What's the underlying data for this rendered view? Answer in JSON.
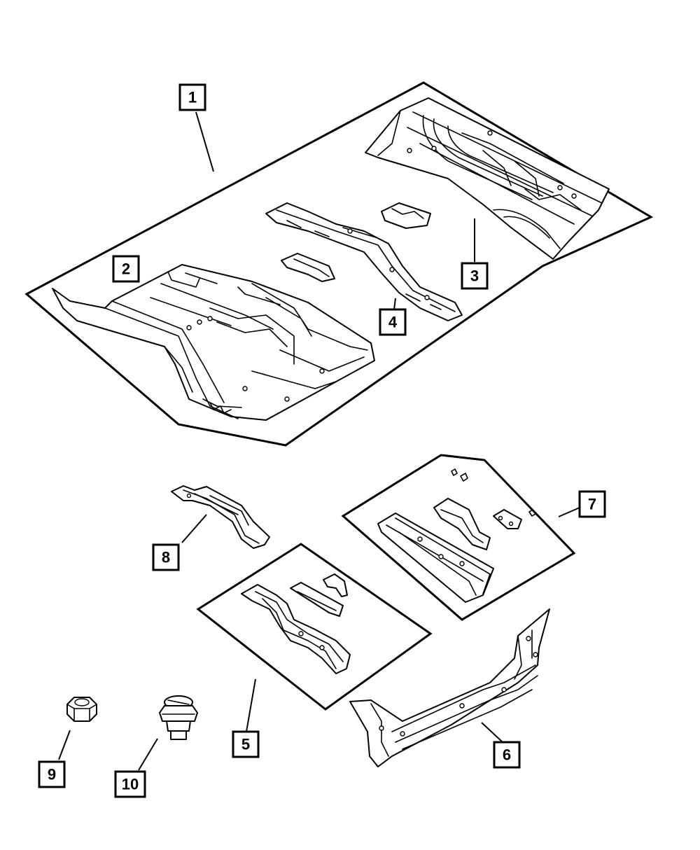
{
  "callouts": {
    "c1": "1",
    "c2": "2",
    "c3": "3",
    "c4": "4",
    "c5": "5",
    "c6": "6",
    "c7": "7",
    "c8": "8",
    "c9": "9",
    "c10": "10"
  },
  "parts": [
    {
      "callout": "1",
      "icon": "floor-pan-assembly-icon"
    },
    {
      "callout": "2",
      "icon": "front-floor-pan-icon"
    },
    {
      "callout": "3",
      "icon": "rear-floor-pan-icon"
    },
    {
      "callout": "4",
      "icon": "crossmember-brackets-icon"
    },
    {
      "callout": "5",
      "icon": "front-rail-kit-icon"
    },
    {
      "callout": "6",
      "icon": "sill-rocker-panel-icon"
    },
    {
      "callout": "7",
      "icon": "rear-rail-kit-icon"
    },
    {
      "callout": "8",
      "icon": "crossmember-icon"
    },
    {
      "callout": "9",
      "icon": "hex-nut-icon"
    },
    {
      "callout": "10",
      "icon": "bolt-grommet-icon"
    }
  ]
}
